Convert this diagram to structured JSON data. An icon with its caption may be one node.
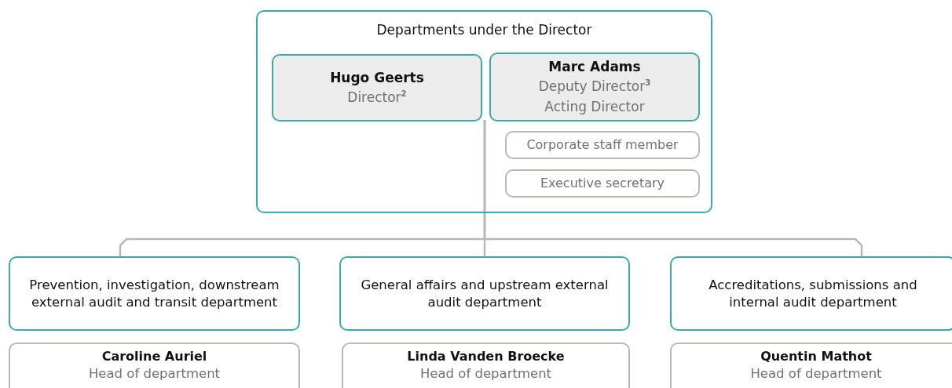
{
  "diagram": {
    "nodes": [
      {
        "text": [
          "Departments under the Director"
        ]
      },
      {
        "text": [
          "Hugo Geerts",
          "Director$^{2}$"
        ],
        "in": 0
      },
      {
        "text": [
          "Marc Adams",
          "Deputy Director$^{3}$",
          "Acting Director"
        ],
        "in": 0
      },
      {
        "text": [
          "Corporate staff member"
        ],
        "in": 0
      },
      {
        "text": [
          "Executive secretary"
        ],
        "in": 0
      },
      {
        "text": [
          "Prevention, investigation, downstream external audit and transit department"
        ]
      },
      {
        "text": [
          "General affairs and upstream external audit department"
        ]
      },
      {
        "text": [
          "Accreditations, submissions and internal audit department"
        ]
      },
      {
        "text": [
          "Caroline Auriel",
          "Head of department"
        ]
      },
      {
        "text": [
          "Linda Vanden Broecke",
          "Head of department"
        ]
      },
      {
        "text": [
          "Quentin Mathot",
          "Head of department"
        ]
      }
    ],
    "edges": [
      {
        "from": 1,
        "to": 5,
        "arrow": "none"
      },
      {
        "from": 1,
        "to": 6,
        "arrow": "none"
      },
      {
        "from": 1,
        "to": 7,
        "arrow": "none"
      }
    ]
  }
}
